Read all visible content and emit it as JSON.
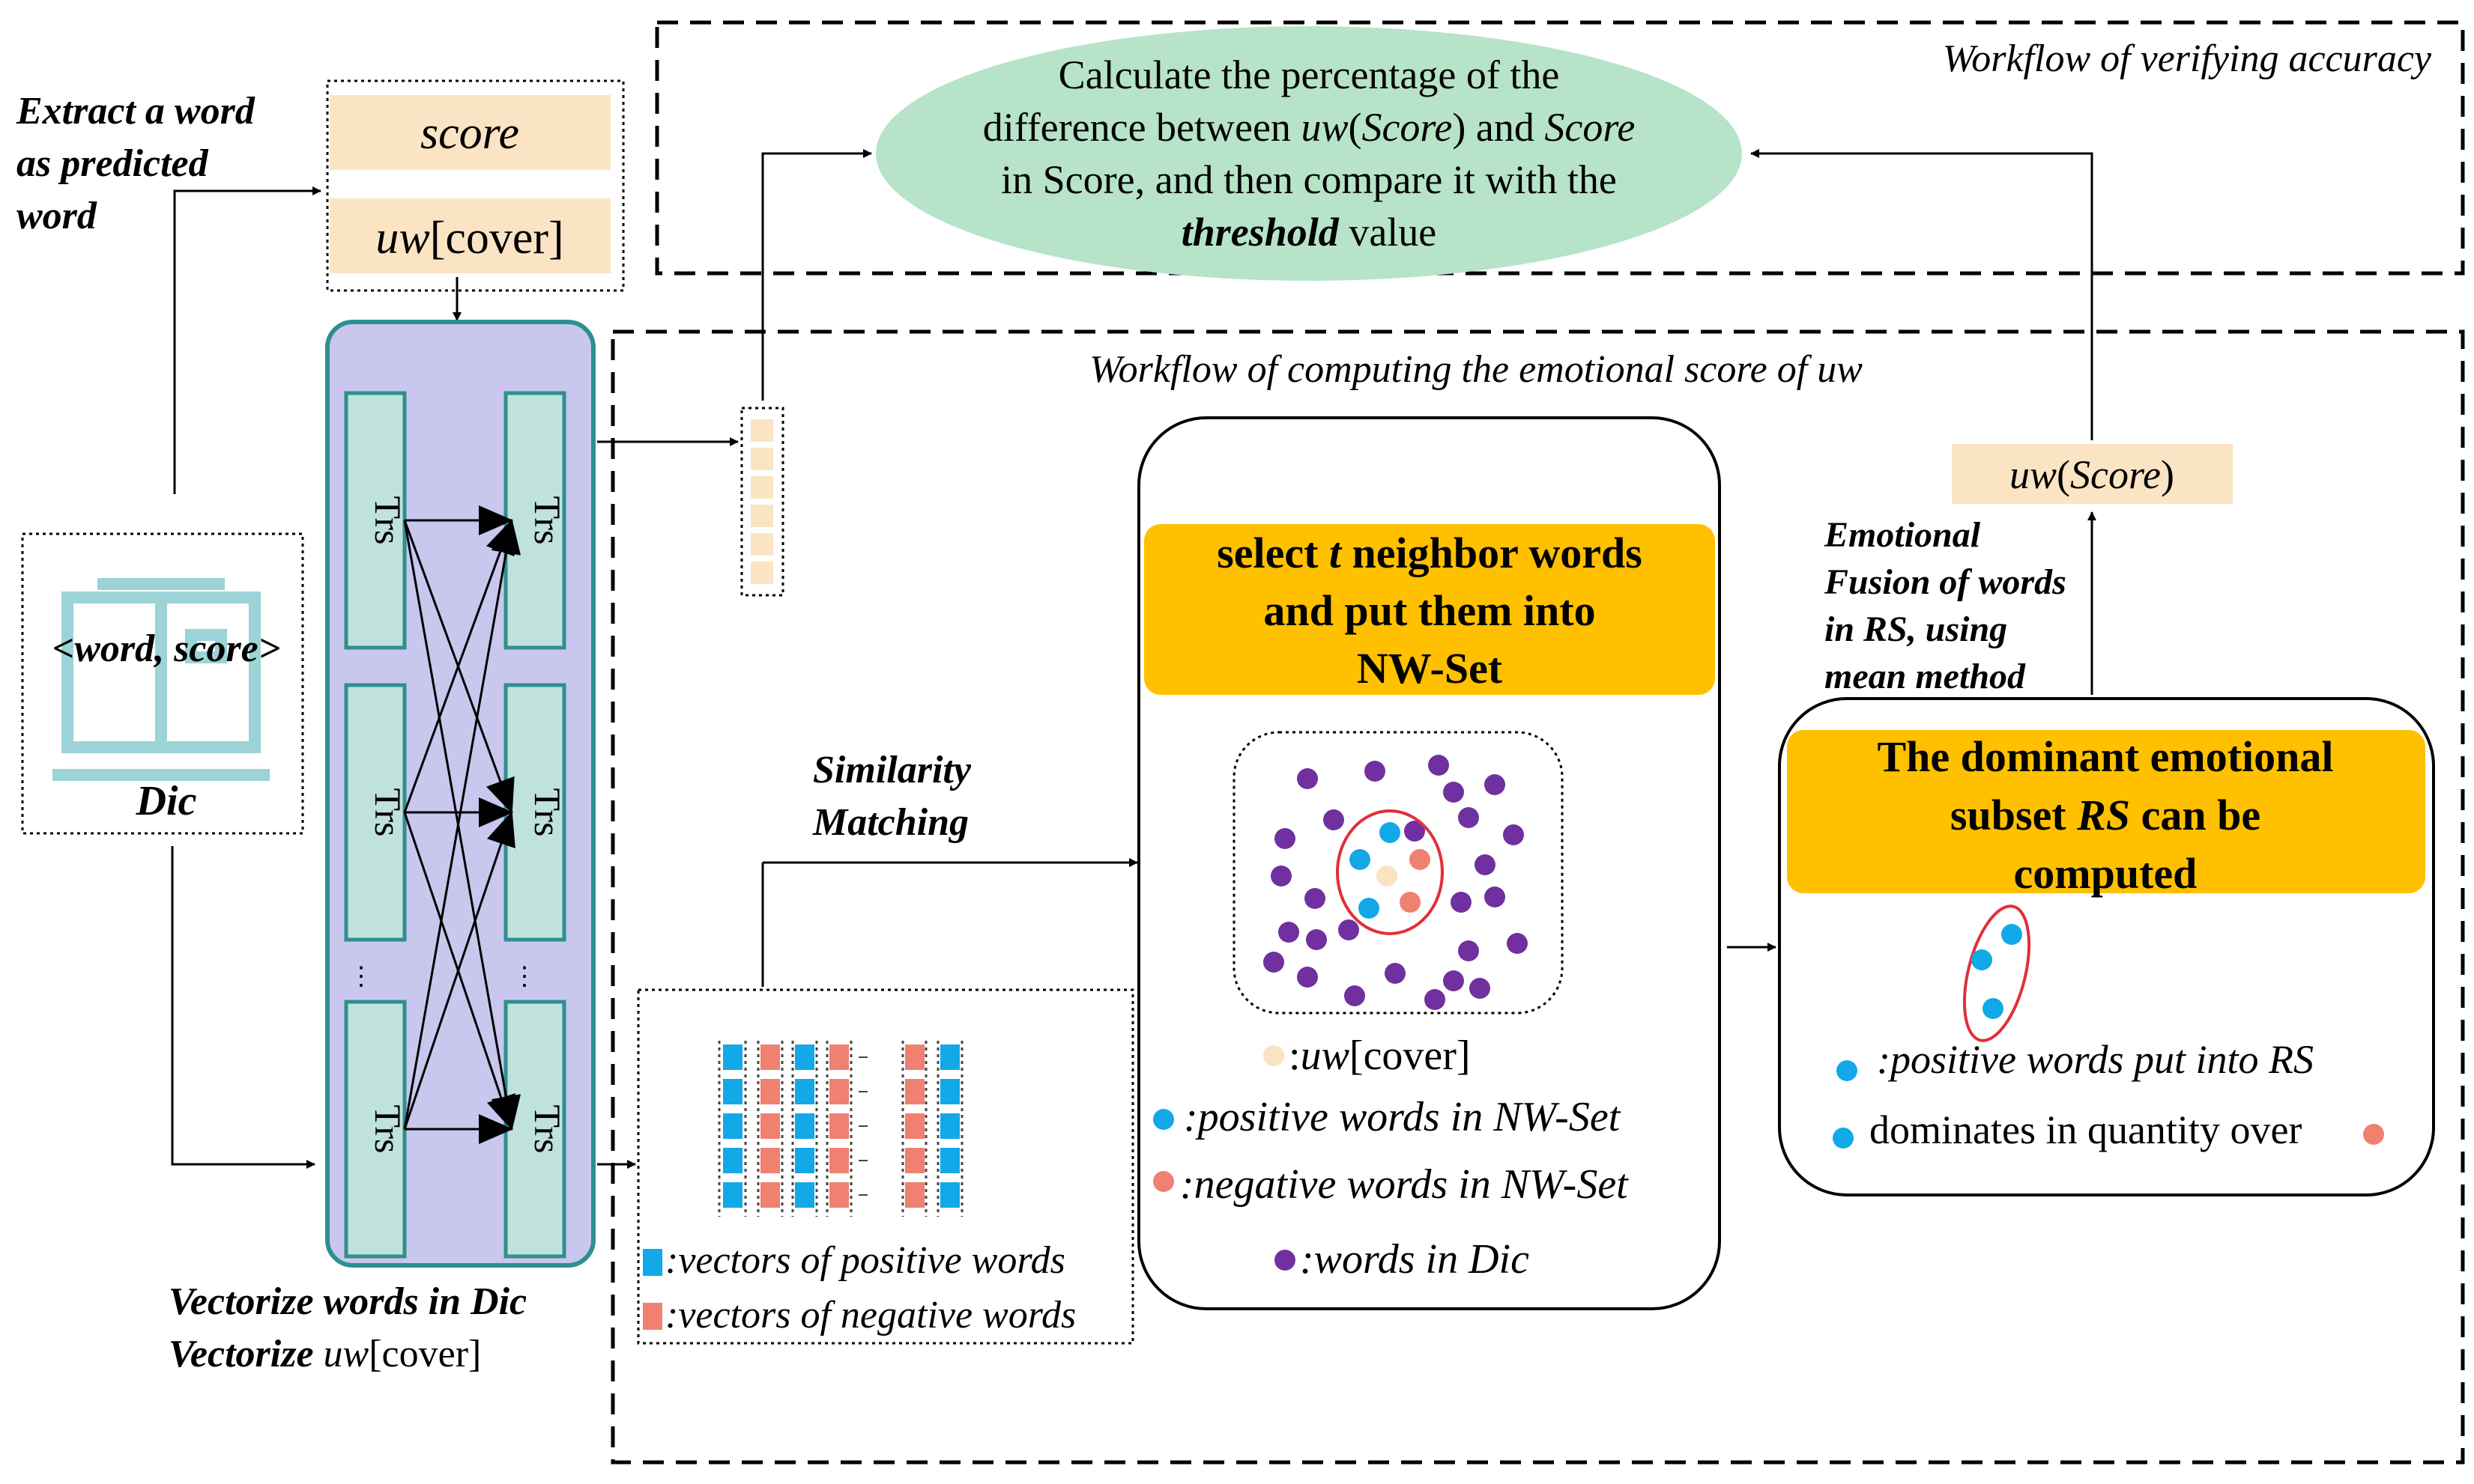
{
  "regions": {
    "verify_title": "Workflow of verifying accuracy",
    "compute_title": "Workflow of computing the emotional score of uw"
  },
  "left": {
    "extract_line1": "Extract a word",
    "extract_line2": "as predicted",
    "extract_line3": "word",
    "dic_entry": "<word, score>",
    "dic_label": "Dic",
    "score_label": "score",
    "uw_italic": "uw",
    "cover_text": "[cover]"
  },
  "encoder": {
    "block_label": "Trs",
    "ellipsis": "⋮",
    "caption_line1": "Vectorize words in Dic",
    "caption_line2_bold": "Vectorize",
    "caption_uw": "uw",
    "caption_cover": "[cover]"
  },
  "ellipse": {
    "line1": "Calculate the percentage of the",
    "line2_a": "difference between ",
    "line2_uw": "uw",
    "line2_b": "(",
    "line2_score_it": "Score",
    "line2_c": ") and ",
    "line2_d": "Score",
    "line3": "in Score, and then compare it with the",
    "line4_bold": "threshold",
    "line4_rest": " value"
  },
  "similarity": {
    "line1": "Similarity",
    "line2": "Matching"
  },
  "vector_legend": {
    "positive": ":vectors of positive words",
    "negative": ":vectors of negative words"
  },
  "nw_set": {
    "header_line1_a": "select ",
    "header_line1_t": "t",
    "header_line1_b": " neighbor words",
    "header_line2": "and put them into",
    "header_line3": "NW-Set",
    "legend_uw_prefix": ":",
    "legend_uw": "uw",
    "legend_cover": "[cover]",
    "legend_positive": ":positive words in NW-Set",
    "legend_negative": ":negative words in NW-Set",
    "legend_dic": ":words in Dic"
  },
  "fusion": {
    "line1": "Emotional",
    "line2": "Fusion of words",
    "line3": "in RS, using",
    "line4": "mean method"
  },
  "uw_score": {
    "uw": "uw",
    "open": "(",
    "score": "Score",
    "close": ")"
  },
  "rs": {
    "header_line1": "The dominant emotional",
    "header_line2_a": "subset ",
    "header_line2_rs": "RS",
    "header_line2_b": " can be",
    "header_line3": "computed",
    "legend_positive": ":positive words put into RS",
    "legend_dominates": "dominates in quantity over"
  },
  "colors": {
    "lavender": "#c9c7ee",
    "teal": "#2e8f8f",
    "block": "#bfe3dc",
    "peach": "#fbe4c3",
    "orange": "#ffc000",
    "green": "#b7e3c9",
    "blue": "#13a8e8",
    "red": "#f08070",
    "purple": "#7030a0",
    "cream": "#f8e3c2",
    "ring": "#e0303a"
  }
}
